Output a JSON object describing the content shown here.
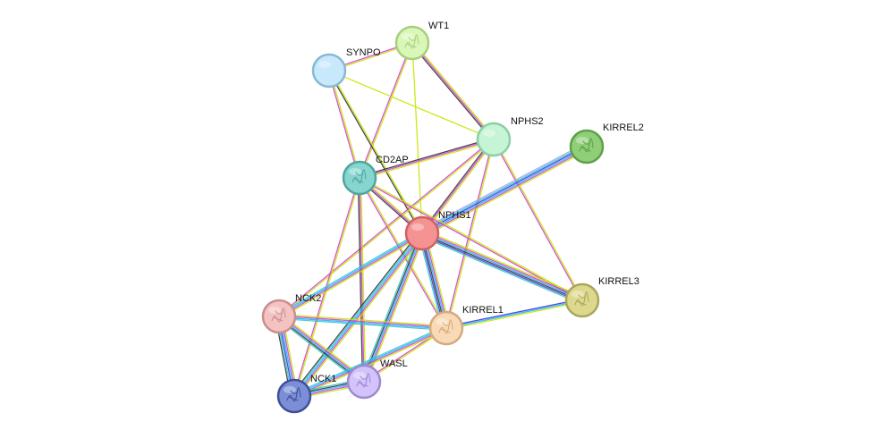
{
  "network": {
    "nodes": [
      {
        "id": "WT1",
        "label": "WT1",
        "fill": "#d9f7b8",
        "stroke": "#a8cf7d",
        "icon": "protein-structure-icon"
      },
      {
        "id": "SYNPO",
        "label": "SYNPO",
        "fill": "#c8e8fb",
        "stroke": "#86b9d6",
        "icon": "none"
      },
      {
        "id": "NPHS2",
        "label": "NPHS2",
        "fill": "#c6f5d6",
        "stroke": "#8ccfa4",
        "icon": "none"
      },
      {
        "id": "KIRREL2",
        "label": "KIRREL2",
        "fill": "#8fcf78",
        "stroke": "#5e9f4a",
        "icon": "protein-structure-icon"
      },
      {
        "id": "CD2AP",
        "label": "CD2AP",
        "fill": "#86d6cf",
        "stroke": "#4ea69e",
        "icon": "protein-structure-icon"
      },
      {
        "id": "NPHS1",
        "label": "NPHS1",
        "fill": "#f59393",
        "stroke": "#cf6161",
        "icon": "none"
      },
      {
        "id": "KIRREL3",
        "label": "KIRREL3",
        "fill": "#dcd98f",
        "stroke": "#aaa65b",
        "icon": "protein-structure-icon"
      },
      {
        "id": "NCK2",
        "label": "NCK2",
        "fill": "#f5c2c2",
        "stroke": "#c98e8e",
        "icon": "protein-structure-icon"
      },
      {
        "id": "KIRREL1",
        "label": "KIRREL1",
        "fill": "#f9d9b6",
        "stroke": "#d4aa7d",
        "icon": "protein-structure-icon"
      },
      {
        "id": "WASL",
        "label": "WASL",
        "fill": "#d4c2fb",
        "stroke": "#9d8ad0",
        "icon": "protein-structure-icon"
      },
      {
        "id": "NCK1",
        "label": "NCK1",
        "fill": "#7c8fd6",
        "stroke": "#3f4f9a",
        "icon": "protein-structure-icon"
      }
    ],
    "evidence_colors": {
      "textmining": "#c8e600",
      "experiments": "#d43fd4",
      "databases": "#1fb3ff",
      "coexpression": "#333333",
      "homology": "#3a3ad6",
      "neighborhood": "#2cbf2c",
      "curated": "#36c7c7",
      "cooccurrence": "#a0a0ff"
    },
    "edges": [
      {
        "source": "WT1",
        "target": "SYNPO",
        "evidence": [
          "textmining",
          "experiments"
        ]
      },
      {
        "source": "WT1",
        "target": "NPHS2",
        "evidence": [
          "textmining",
          "experiments",
          "coexpression"
        ]
      },
      {
        "source": "WT1",
        "target": "CD2AP",
        "evidence": [
          "textmining",
          "experiments"
        ]
      },
      {
        "source": "WT1",
        "target": "NPHS1",
        "evidence": [
          "textmining"
        ]
      },
      {
        "source": "SYNPO",
        "target": "NPHS2",
        "evidence": [
          "textmining"
        ]
      },
      {
        "source": "SYNPO",
        "target": "CD2AP",
        "evidence": [
          "textmining",
          "experiments"
        ]
      },
      {
        "source": "SYNPO",
        "target": "NPHS1",
        "evidence": [
          "textmining",
          "coexpression"
        ]
      },
      {
        "source": "NPHS2",
        "target": "CD2AP",
        "evidence": [
          "textmining",
          "experiments",
          "coexpression"
        ]
      },
      {
        "source": "NPHS2",
        "target": "NPHS1",
        "evidence": [
          "textmining",
          "experiments",
          "coexpression"
        ]
      },
      {
        "source": "NPHS2",
        "target": "KIRREL3",
        "evidence": [
          "textmining",
          "experiments"
        ]
      },
      {
        "source": "NPHS2",
        "target": "KIRREL1",
        "evidence": [
          "textmining",
          "experiments"
        ]
      },
      {
        "source": "NPHS2",
        "target": "NCK2",
        "evidence": [
          "textmining",
          "experiments"
        ]
      },
      {
        "source": "KIRREL2",
        "target": "NPHS1",
        "evidence": [
          "textmining",
          "experiments",
          "databases",
          "homology",
          "curated",
          "cooccurrence"
        ]
      },
      {
        "source": "CD2AP",
        "target": "NPHS1",
        "evidence": [
          "textmining",
          "experiments",
          "coexpression"
        ]
      },
      {
        "source": "CD2AP",
        "target": "KIRREL3",
        "evidence": [
          "textmining",
          "experiments"
        ]
      },
      {
        "source": "CD2AP",
        "target": "KIRREL1",
        "evidence": [
          "textmining",
          "experiments"
        ]
      },
      {
        "source": "CD2AP",
        "target": "WASL",
        "evidence": [
          "textmining",
          "experiments",
          "coexpression"
        ]
      },
      {
        "source": "CD2AP",
        "target": "NCK1",
        "evidence": [
          "textmining",
          "experiments"
        ]
      },
      {
        "source": "NPHS1",
        "target": "KIRREL3",
        "evidence": [
          "textmining",
          "experiments",
          "databases",
          "coexpression",
          "homology",
          "curated"
        ]
      },
      {
        "source": "NPHS1",
        "target": "KIRREL1",
        "evidence": [
          "textmining",
          "experiments",
          "databases",
          "coexpression",
          "homology",
          "curated"
        ]
      },
      {
        "source": "NPHS1",
        "target": "NCK2",
        "evidence": [
          "textmining",
          "experiments",
          "databases",
          "curated"
        ]
      },
      {
        "source": "NPHS1",
        "target": "NCK1",
        "evidence": [
          "textmining",
          "experiments",
          "databases",
          "curated",
          "coexpression"
        ]
      },
      {
        "source": "NPHS1",
        "target": "WASL",
        "evidence": [
          "textmining",
          "experiments",
          "databases",
          "coexpression",
          "curated"
        ]
      },
      {
        "source": "KIRREL3",
        "target": "KIRREL1",
        "evidence": [
          "textmining",
          "databases",
          "homology"
        ]
      },
      {
        "source": "NCK2",
        "target": "KIRREL1",
        "evidence": [
          "textmining",
          "experiments",
          "databases",
          "curated"
        ]
      },
      {
        "source": "NCK2",
        "target": "WASL",
        "evidence": [
          "textmining",
          "experiments",
          "databases",
          "coexpression",
          "curated"
        ]
      },
      {
        "source": "NCK2",
        "target": "NCK1",
        "evidence": [
          "textmining",
          "experiments",
          "databases",
          "homology",
          "curated",
          "coexpression"
        ]
      },
      {
        "source": "KIRREL1",
        "target": "WASL",
        "evidence": [
          "textmining",
          "experiments"
        ]
      },
      {
        "source": "KIRREL1",
        "target": "NCK1",
        "evidence": [
          "textmining",
          "experiments",
          "databases",
          "curated"
        ]
      },
      {
        "source": "WASL",
        "target": "NCK1",
        "evidence": [
          "textmining",
          "experiments",
          "databases",
          "coexpression",
          "curated"
        ]
      }
    ]
  }
}
